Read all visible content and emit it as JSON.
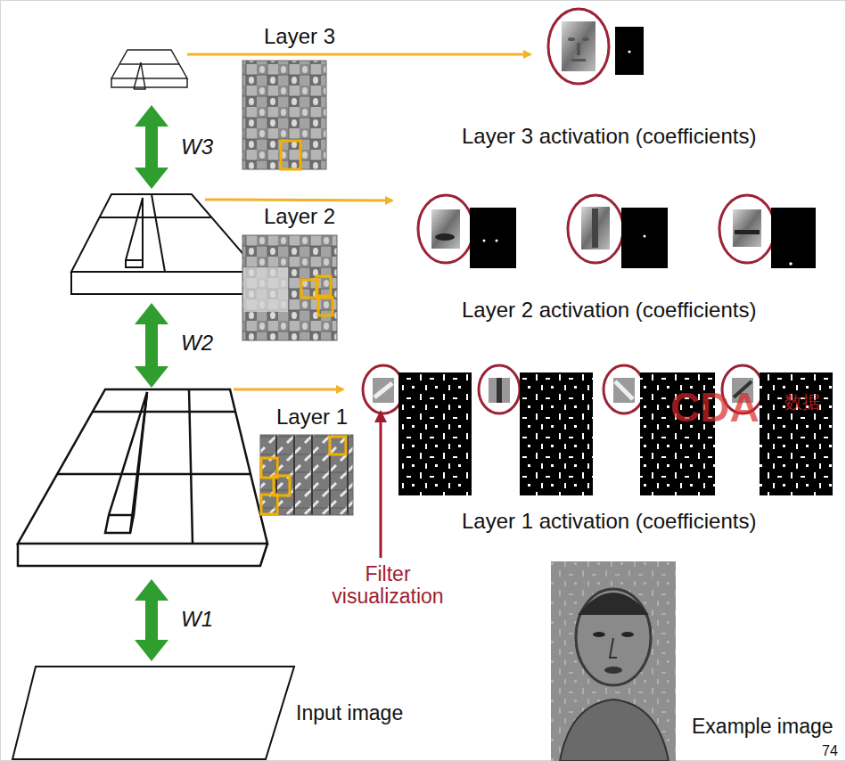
{
  "diagram": {
    "labels": [
      "Layer 3",
      "W3",
      "Layer 2",
      "W2",
      "Layer 1",
      "W1",
      "Input image",
      "Layer 3 activation (coefficients)",
      "Layer 2 activation (coefficients)",
      "Layer 1 activation (coefficients)",
      "Filter visualization",
      "Example image",
      "CDA",
      "数据",
      "74"
    ]
  }
}
